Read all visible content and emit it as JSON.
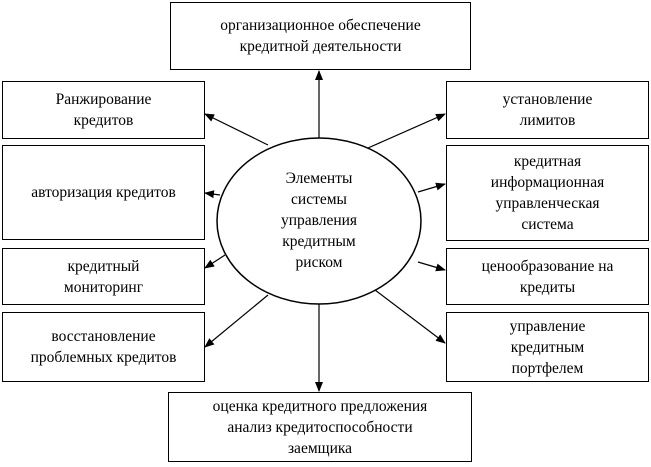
{
  "center": {
    "label": "Элементы\nсистемы\nуправления\nкредитным\nриском"
  },
  "nodes": {
    "top": "организационное обеспечение\nкредитной деятельности",
    "bottom": "оценка кредитного предложения\nанализ кредитоспособности\nзаемщика",
    "left_1": "Ранжирование\nкредитов",
    "left_2": "авторизация кредитов",
    "left_3": "кредитный\nмониторинг",
    "left_4": "восстановление\nпроблемных кредитов",
    "right_1": "установление\nлимитов",
    "right_2": "кредитная\nинформационная\nуправленческая\nсистема",
    "right_3": "ценообразование на\nкредиты",
    "right_4": "управление\nкредитным\nпортфелем"
  }
}
